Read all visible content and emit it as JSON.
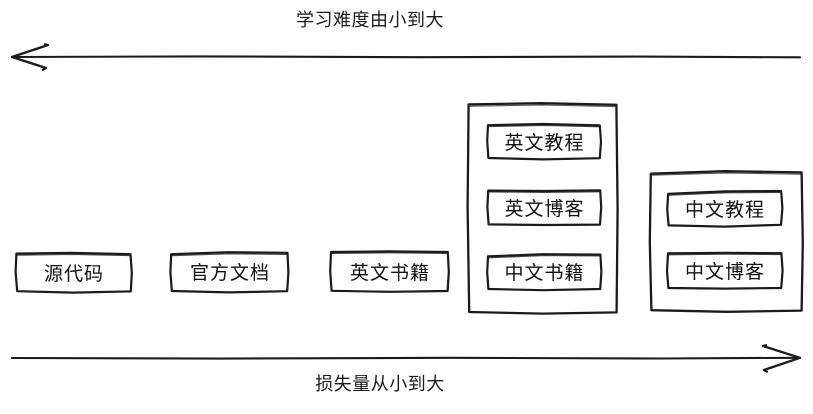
{
  "diagram": {
    "top_axis": {
      "label": "学习难度由小到大",
      "direction": "left"
    },
    "bottom_axis": {
      "label": "损失量从小到大",
      "direction": "right"
    },
    "standalone_nodes": [
      {
        "label": "源代码"
      },
      {
        "label": "官方文档"
      },
      {
        "label": "英文书籍"
      }
    ],
    "groups": [
      {
        "name": "group-1",
        "items": [
          {
            "label": "英文教程"
          },
          {
            "label": "英文博客"
          },
          {
            "label": "中文书籍"
          }
        ]
      },
      {
        "name": "group-2",
        "items": [
          {
            "label": "中文教程"
          },
          {
            "label": "中文博客"
          }
        ]
      }
    ],
    "colors": {
      "stroke": "#1b1b1b",
      "background": "#ffffff",
      "text": "#111111"
    }
  }
}
